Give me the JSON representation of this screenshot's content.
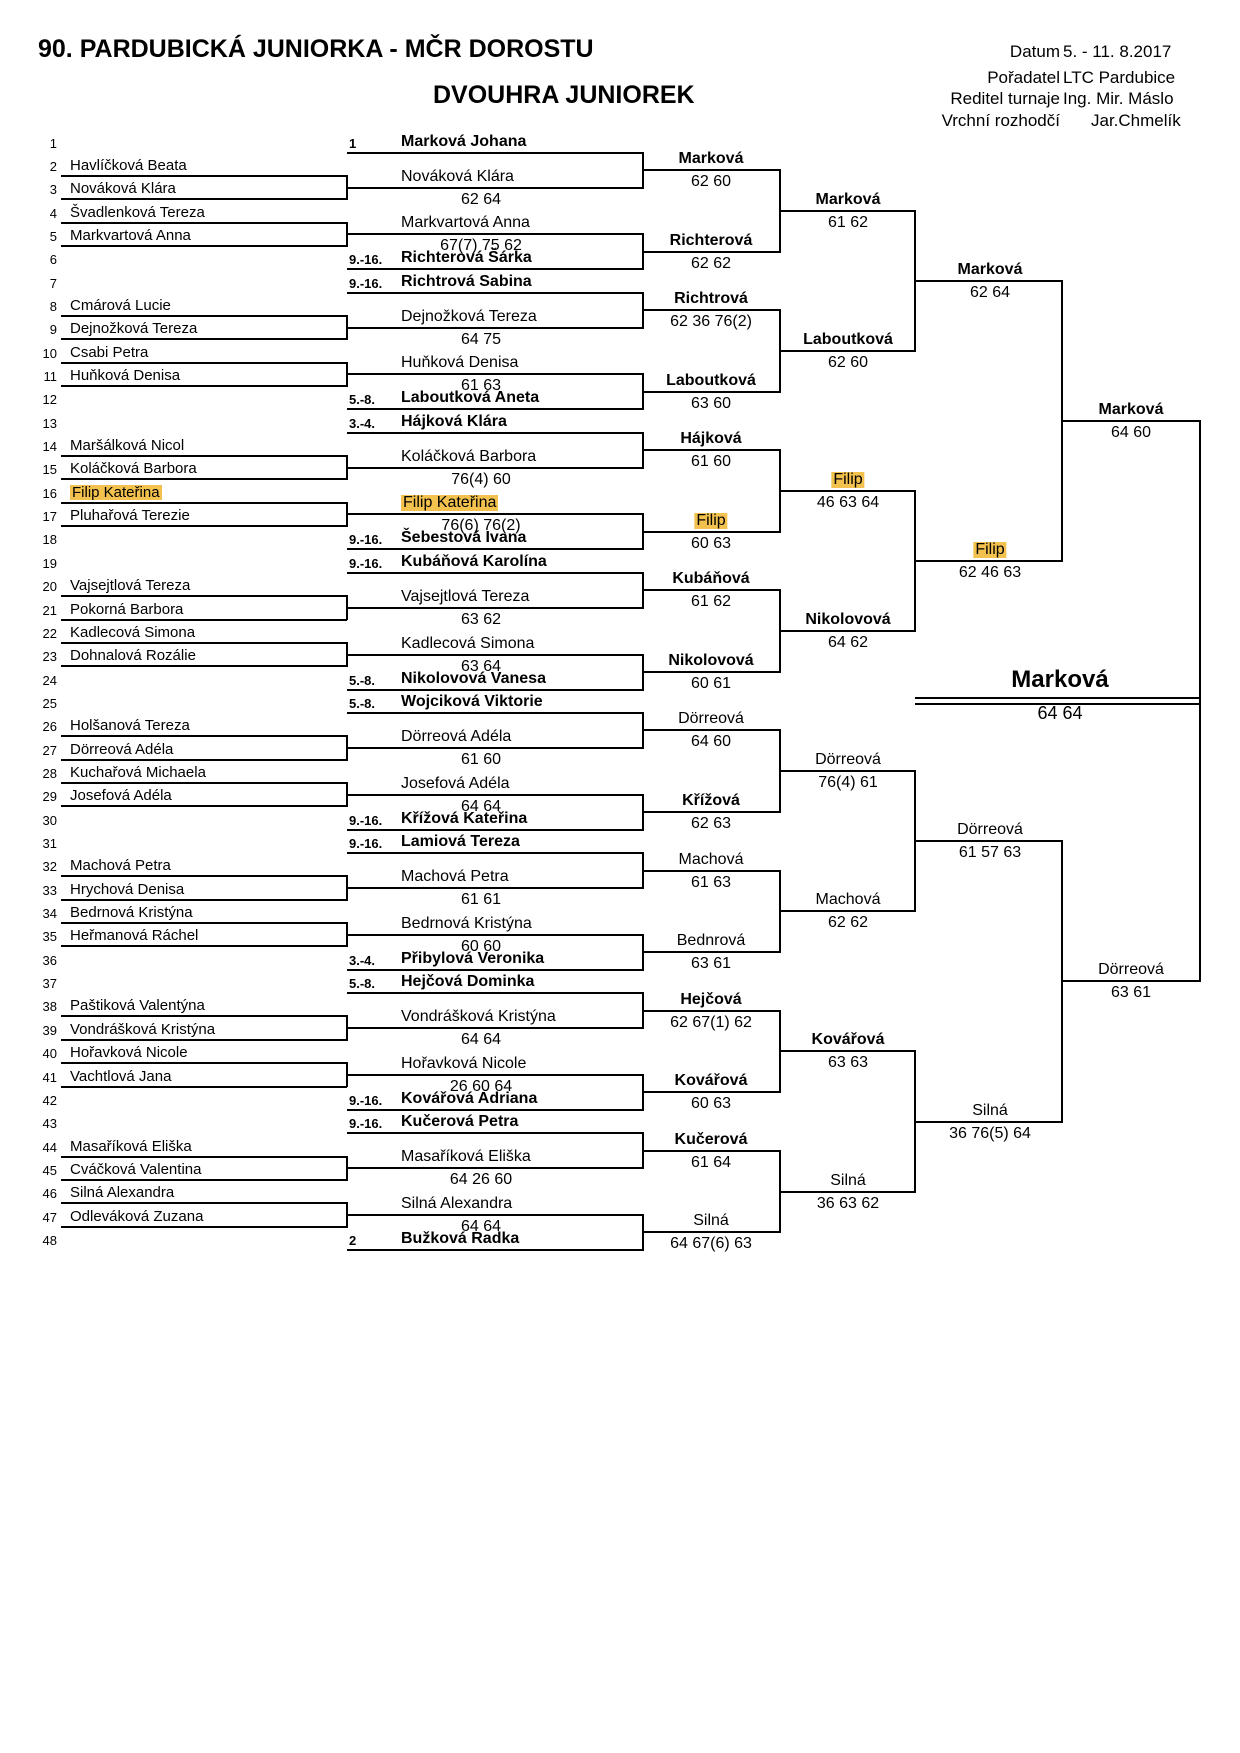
{
  "header": {
    "title": "90. PARDUBICKÁ JUNIORKA - MČR DOROSTU",
    "subtitle": "DVOUHRA JUNIOREK",
    "info": [
      {
        "label": "Datum",
        "value": "5. - 11. 8.2017"
      },
      {
        "label": "Pořadatel",
        "value": "LTC Pardubice"
      },
      {
        "label": "Reditel turnaje",
        "value": "Ing. Mir. Máslo"
      },
      {
        "label": "Vrchní rozhodčí",
        "value": "Jar.Chmelík"
      }
    ]
  },
  "players": [
    {
      "num": "1",
      "seed": "1",
      "name": "Marková Johana",
      "bye": true
    },
    {
      "num": "2",
      "seed": "",
      "name": "Havlíčková Beata"
    },
    {
      "num": "3",
      "seed": "",
      "name": "Nováková Klára"
    },
    {
      "num": "4",
      "seed": "",
      "name": "Švadlenková Tereza"
    },
    {
      "num": "5",
      "seed": "",
      "name": "Markvartová Anna"
    },
    {
      "num": "6",
      "seed": "9.-16.",
      "name": "Richterová Šárka",
      "bye": true
    },
    {
      "num": "7",
      "seed": "9.-16.",
      "name": "Richtrová Sabina",
      "bye": true
    },
    {
      "num": "8",
      "seed": "",
      "name": "Cmárová Lucie"
    },
    {
      "num": "9",
      "seed": "",
      "name": "Dejnožková Tereza"
    },
    {
      "num": "10",
      "seed": "",
      "name": "Csabi Petra"
    },
    {
      "num": "11",
      "seed": "",
      "name": "Huňková Denisa"
    },
    {
      "num": "12",
      "seed": "5.-8.",
      "name": "Laboutková Aneta",
      "bye": true
    },
    {
      "num": "13",
      "seed": "3.-4.",
      "name": "Hájková Klára",
      "bye": true
    },
    {
      "num": "14",
      "seed": "",
      "name": "Maršálková Nicol"
    },
    {
      "num": "15",
      "seed": "",
      "name": "Koláčková Barbora"
    },
    {
      "num": "16",
      "seed": "",
      "name": "Filip Kateřina",
      "hl": true
    },
    {
      "num": "17",
      "seed": "",
      "name": "Pluhařová Terezie"
    },
    {
      "num": "18",
      "seed": "9.-16.",
      "name": "Šebestová Ivana",
      "bye": true
    },
    {
      "num": "19",
      "seed": "9.-16.",
      "name": "Kubáňová Karolína",
      "bye": true
    },
    {
      "num": "20",
      "seed": "",
      "name": "Vajsejtlová Tereza"
    },
    {
      "num": "21",
      "seed": "",
      "name": "Pokorná Barbora"
    },
    {
      "num": "22",
      "seed": "",
      "name": "Kadlecová Simona"
    },
    {
      "num": "23",
      "seed": "",
      "name": "Dohnalová Rozálie"
    },
    {
      "num": "24",
      "seed": "5.-8.",
      "name": "Nikolovová Vanesa",
      "bye": true
    },
    {
      "num": "25",
      "seed": "5.-8.",
      "name": "Wojciková Viktorie",
      "bye": true
    },
    {
      "num": "26",
      "seed": "",
      "name": "Holšanová Tereza"
    },
    {
      "num": "27",
      "seed": "",
      "name": "Dörreová Adéla"
    },
    {
      "num": "28",
      "seed": "",
      "name": "Kuchařová Michaela"
    },
    {
      "num": "29",
      "seed": "",
      "name": "Josefová Adéla"
    },
    {
      "num": "30",
      "seed": "9.-16.",
      "name": "Křížová Kateřina",
      "bye": true
    },
    {
      "num": "31",
      "seed": "9.-16.",
      "name": "Lamiová Tereza",
      "bye": true
    },
    {
      "num": "32",
      "seed": "",
      "name": "Machová Petra"
    },
    {
      "num": "33",
      "seed": "",
      "name": "Hrychová Denisa"
    },
    {
      "num": "34",
      "seed": "",
      "name": "Bedrnová Kristýna"
    },
    {
      "num": "35",
      "seed": "",
      "name": "Heřmanová Ráchel"
    },
    {
      "num": "36",
      "seed": "3.-4.",
      "name": "Přibylová Veronika",
      "bye": true
    },
    {
      "num": "37",
      "seed": "5.-8.",
      "name": "Hejčová Dominka",
      "bye": true
    },
    {
      "num": "38",
      "seed": "",
      "name": "Paštiková Valentýna"
    },
    {
      "num": "39",
      "seed": "",
      "name": "Vondrášková Kristýna"
    },
    {
      "num": "40",
      "seed": "",
      "name": "Hořavková Nicole"
    },
    {
      "num": "41",
      "seed": "",
      "name": "Vachtlová Jana"
    },
    {
      "num": "42",
      "seed": "9.-16.",
      "name": "Kovářová Adriana",
      "bye": true
    },
    {
      "num": "43",
      "seed": "9.-16.",
      "name": "Kučerová Petra",
      "bye": true
    },
    {
      "num": "44",
      "seed": "",
      "name": "Masaříková Eliška"
    },
    {
      "num": "45",
      "seed": "",
      "name": "Cváčková Valentina"
    },
    {
      "num": "46",
      "seed": "",
      "name": "Silná Alexandra"
    },
    {
      "num": "47",
      "seed": "",
      "name": "Odleváková Zuzana"
    },
    {
      "num": "48",
      "seed": "2",
      "name": "Bužková Radka",
      "bye": true
    }
  ],
  "round1": [
    {
      "name": "Nováková Klára",
      "score": "62 64"
    },
    {
      "name": "Markvartová Anna",
      "score": "67(7) 75 62"
    },
    {
      "name": "Dejnožková Tereza",
      "score": "64 75"
    },
    {
      "name": "Huňková Denisa",
      "score": "61 63"
    },
    {
      "name": "Koláčková Barbora",
      "score": "76(4) 60"
    },
    {
      "name": "Filip Kateřina",
      "score": "76(6) 76(2)",
      "hl": true
    },
    {
      "name": "Vajsejtlová Tereza",
      "score": "63 62"
    },
    {
      "name": "Kadlecová Simona",
      "score": "63 64"
    },
    {
      "name": "Dörreová Adéla",
      "score": "61 60"
    },
    {
      "name": "Josefová Adéla",
      "score": "64 64"
    },
    {
      "name": "Machová Petra",
      "score": "61 61"
    },
    {
      "name": "Bedrnová Kristýna",
      "score": "60 60"
    },
    {
      "name": "Vondrášková Kristýna",
      "score": "64 64"
    },
    {
      "name": "Hořavková Nicole",
      "score": "26 60 64"
    },
    {
      "name": "Masaříková Eliška",
      "score": "64 26 60"
    },
    {
      "name": "Silná Alexandra",
      "score": "64 64"
    }
  ],
  "round2": [
    {
      "name": "Marková",
      "score": "62 60",
      "bold": true
    },
    {
      "name": "Richterová",
      "score": "62 62",
      "bold": true
    },
    {
      "name": "Richtrová",
      "score": "62 36 76(2)",
      "bold": true
    },
    {
      "name": "Laboutková",
      "score": "63 60",
      "bold": true
    },
    {
      "name": "Hájková",
      "score": "61 60",
      "bold": true
    },
    {
      "name": "Filip",
      "score": "60 63",
      "hl": true
    },
    {
      "name": "Kubáňová",
      "score": "61 62",
      "bold": true
    },
    {
      "name": "Nikolovová",
      "score": "60 61",
      "bold": true
    },
    {
      "name": "Dörreová",
      "score": "64 60"
    },
    {
      "name": "Křížová",
      "score": "62 63",
      "bold": true
    },
    {
      "name": "Machová",
      "score": "61 63"
    },
    {
      "name": "Bednrová",
      "score": "63 61"
    },
    {
      "name": "Hejčová",
      "score": "62 67(1) 62",
      "bold": true
    },
    {
      "name": "Kovářová",
      "score": "60 63",
      "bold": true
    },
    {
      "name": "Kučerová",
      "score": "61 64",
      "bold": true
    },
    {
      "name": "Silná",
      "score": "64 67(6) 63"
    }
  ],
  "round3": [
    {
      "name": "Marková",
      "score": "61 62",
      "bold": true
    },
    {
      "name": "Laboutková",
      "score": "62 60",
      "bold": true
    },
    {
      "name": "Filip",
      "score": "46 63 64",
      "hl": true
    },
    {
      "name": "Nikolovová",
      "score": "64 62",
      "bold": true
    },
    {
      "name": "Dörreová",
      "score": "76(4) 61"
    },
    {
      "name": "Machová",
      "score": "62 62"
    },
    {
      "name": "Kovářová",
      "score": "63 63",
      "bold": true
    },
    {
      "name": "Silná",
      "score": "36 63 62"
    }
  ],
  "round4": [
    {
      "name": "Marková",
      "score": "62 64",
      "bold": true
    },
    {
      "name": "Filip",
      "score": "62 46 63",
      "hl": true
    },
    {
      "name": "Dörreová",
      "score": "61 57 63"
    },
    {
      "name": "Silná",
      "score": "36 76(5) 64"
    }
  ],
  "round5": [
    {
      "name": "Marková",
      "score": "64 60",
      "bold": true
    },
    {
      "name": "Dörreová",
      "score": "63 61"
    }
  ],
  "final": {
    "name": "Marková",
    "score": "64 64"
  },
  "colors": {
    "highlight": "#f2c14e",
    "line": "#000000"
  }
}
